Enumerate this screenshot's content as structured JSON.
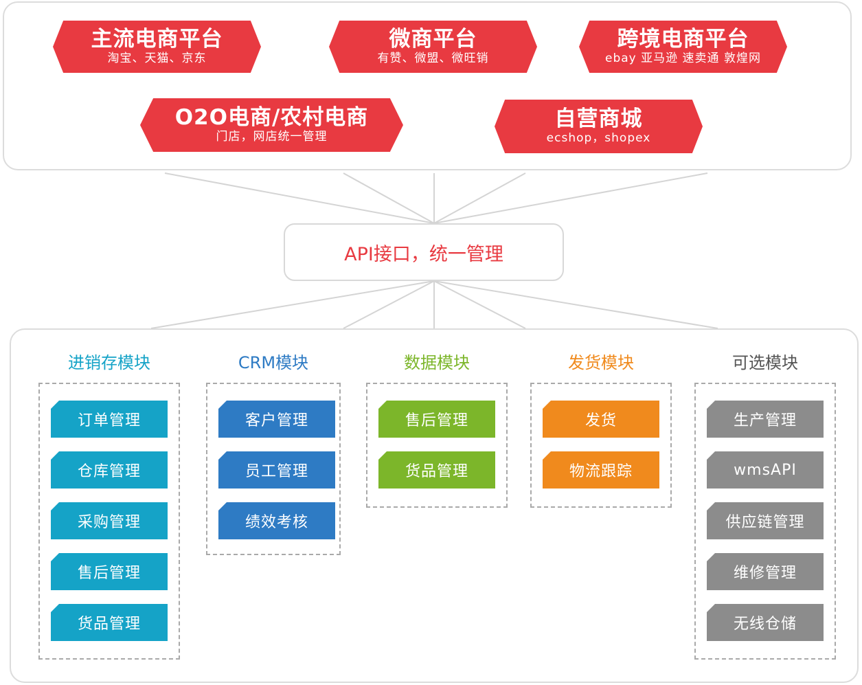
{
  "platforms": [
    {
      "title": "主流电商平台",
      "sub": "淘宝、天猫、京东"
    },
    {
      "title": "微商平台",
      "sub": "有赞、微盟、微旺销"
    },
    {
      "title": "跨境电商平台",
      "sub": "ebay 亚马逊 速卖通 敦煌网"
    },
    {
      "title": "O2O电商/农村电商",
      "sub": "门店，网店统一管理"
    },
    {
      "title": "自营商城",
      "sub": "ecshop，shopex"
    }
  ],
  "api": {
    "label": "API接口，统一管理"
  },
  "modules": [
    {
      "title": "进销存模块",
      "color": "#15a3c7",
      "items": [
        "订单管理",
        "仓库管理",
        "采购管理",
        "售后管理",
        "货品管理"
      ]
    },
    {
      "title": "CRM模块",
      "color": "#2e7bc4",
      "items": [
        "客户管理",
        "员工管理",
        "绩效考核"
      ]
    },
    {
      "title": "数据模块",
      "color": "#7cb62a",
      "items": [
        "售后管理",
        "货品管理"
      ]
    },
    {
      "title": "发货模块",
      "color": "#f08a1d",
      "items": [
        "发货",
        "物流跟踪"
      ]
    },
    {
      "title": "可选模块",
      "color": "#8c8c8c",
      "items": [
        "生产管理",
        "wmsAPI",
        "供应链管理",
        "维修管理",
        "无线仓储"
      ]
    }
  ],
  "colors": {
    "accent_red": "#e83a41",
    "title_gray": "#555555"
  }
}
